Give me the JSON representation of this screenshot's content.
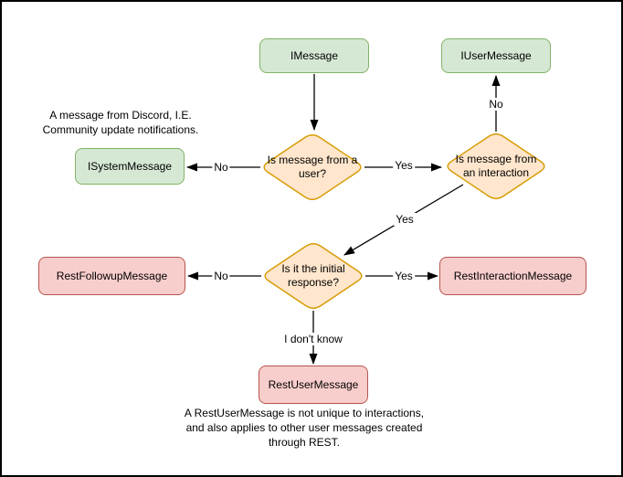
{
  "colors": {
    "background": "#ffffff",
    "border": "#000000",
    "line_color": "#000000",
    "text_color": "#000000",
    "green_fill": "#d5e8d4",
    "green_stroke": "#82b366",
    "orange_fill": "#ffe6cc",
    "orange_stroke": "#d79b00",
    "red_fill": "#f8cecc",
    "red_stroke": "#b85450"
  },
  "nodes": {
    "imessage": "IMessage",
    "iusermessage": "IUserMessage",
    "isystemmessage": "ISystemMessage",
    "restfollowupmessage": "RestFollowupMessage",
    "restinteractionmessage": "RestInteractionMessage",
    "restusermessage": "RestUserMessage"
  },
  "decisions": {
    "from_user": "Is message from a user?",
    "from_interaction": "Is message from an interaction",
    "initial_response": "Is it the initial response?"
  },
  "edge_labels": {
    "d1_no": "No",
    "d1_yes": "Yes",
    "d2_no": "No",
    "d2_yes": "Yes",
    "d3_no": "No",
    "d3_yes": "Yes",
    "d3_unknown": "I don't know"
  },
  "annotations": {
    "system_message_note": "A message from Discord, I.E.\nCommunity update notifications.",
    "rest_user_message_note": "A RestUserMessage is not unique to interactions,\nand also applies to other user messages created\nthrough REST."
  }
}
